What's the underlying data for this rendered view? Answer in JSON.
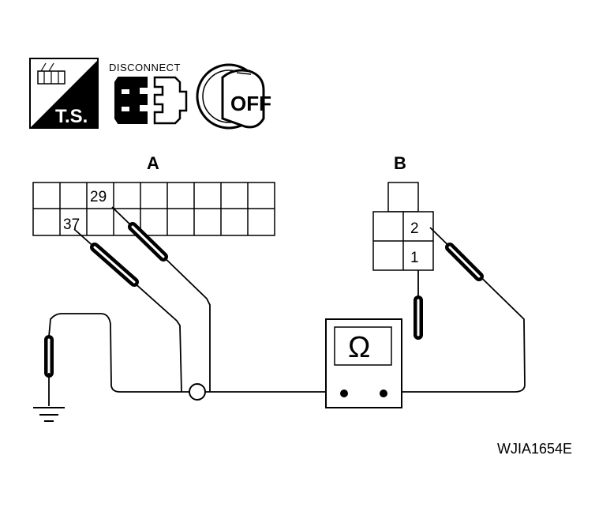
{
  "icons": {
    "test_station": {
      "label": "T.S.",
      "icon": "test-station-icon"
    },
    "disconnect": {
      "label": "DISCONNECT",
      "icon": "connector-disconnect-icon"
    },
    "ignition": {
      "label": "OFF",
      "icon": "ignition-key-off-icon"
    }
  },
  "connector_a": {
    "label": "A",
    "pins": {
      "upper": "29",
      "lower": "37"
    }
  },
  "connector_b": {
    "label": "B",
    "pins": {
      "upper": "2",
      "lower": "1"
    }
  },
  "ohmmeter": {
    "symbol": "Ω",
    "icon": "ohmmeter-icon"
  },
  "ground": {
    "icon": "ground-symbol-icon"
  },
  "figure_id": "WJIA1654E",
  "colors": {
    "ink": "#000000",
    "paper": "#ffffff"
  }
}
